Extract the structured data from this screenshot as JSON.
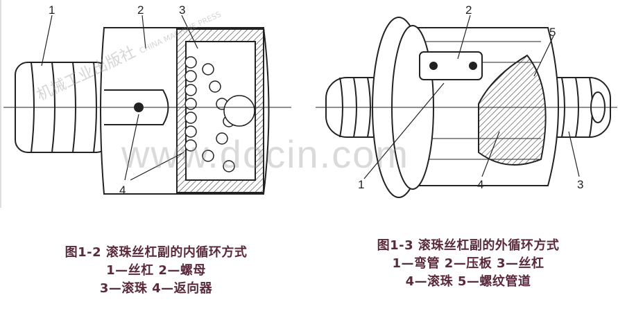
{
  "left_figure": {
    "labels": [
      "1",
      "2",
      "3",
      "4"
    ],
    "caption": {
      "title": "图1-2 滚珠丝杠副的内循环方式",
      "line1": "1—丝杠  2—螺母",
      "line2": "3—滚珠  4—返向器"
    }
  },
  "right_figure": {
    "labels": [
      "1",
      "2",
      "3",
      "4",
      "5"
    ],
    "caption": {
      "title": "图1-3 滚珠丝杠副的外循环方式",
      "line1": "1—弯管 2—压板 3—丝杠",
      "line2": "4—滚珠 5—螺纹管道"
    }
  },
  "watermarks": {
    "site": "www.docin.com",
    "publisher": "机械工业出版社",
    "publisher_en": "CHINA MACHINE PRESS"
  }
}
